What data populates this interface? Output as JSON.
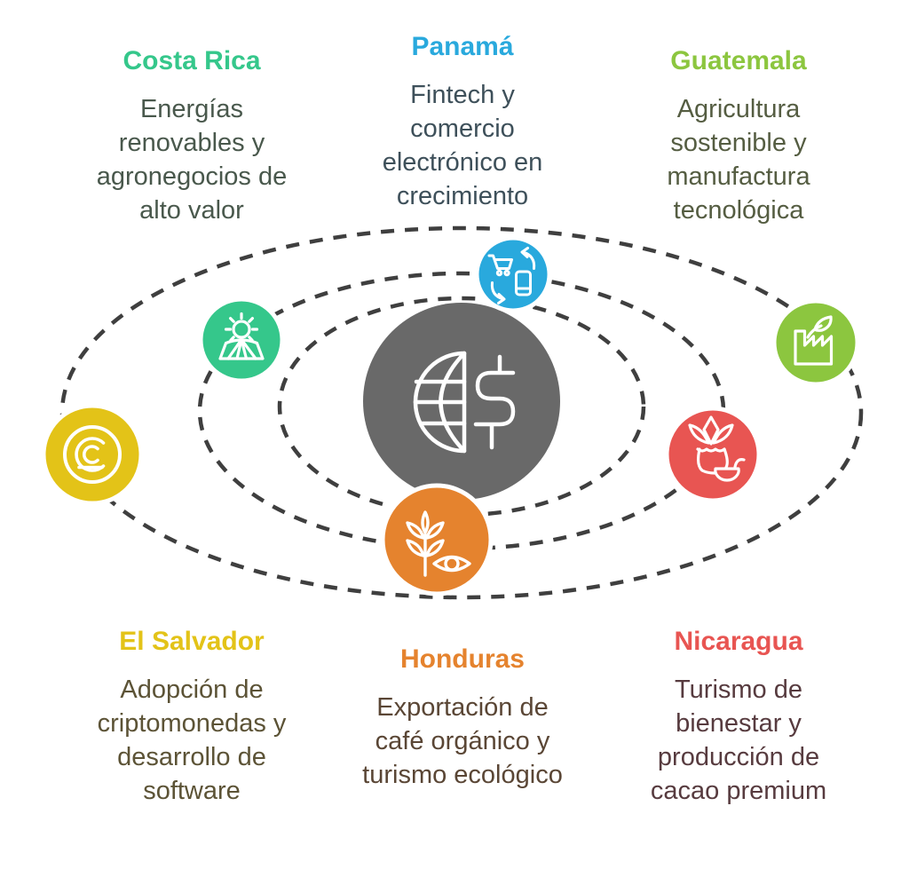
{
  "page": {
    "background_color": "#ffffff",
    "orbit_color": "#3f3f3f",
    "orbit_count": 3,
    "orbit_style": "dashed"
  },
  "center": {
    "icon": "globe-dollar-icon",
    "color": "#696969",
    "icon_color": "#ffffff"
  },
  "countries": [
    {
      "id": "costa-rica",
      "name": "Costa Rica",
      "color": "#35c78b",
      "text_color": "#49584c",
      "description": "Energías\nrenovables y\nagronegocios de\nalto valor",
      "icon": "sun-field-icon"
    },
    {
      "id": "panama",
      "name": "Panamá",
      "color": "#29a9dd",
      "text_color": "#3e505a",
      "description": "Fintech y\ncomercio\nelectrónico en\ncrecimiento",
      "icon": "cart-phone-exchange-icon"
    },
    {
      "id": "guatemala",
      "name": "Guatemala",
      "color": "#8cc63f",
      "text_color": "#555d42",
      "description": "Agricultura\nsostenible y\nmanufactura\ntecnológica",
      "icon": "eco-factory-icon"
    },
    {
      "id": "el-salvador",
      "name": "El Salvador",
      "color": "#e3c318",
      "text_color": "#5c5336",
      "description": "Adopción de\ncriptomonedas y\ndesarrollo de\nsoftware",
      "icon": "crypto-coin-icon"
    },
    {
      "id": "honduras",
      "name": "Honduras",
      "color": "#e5832e",
      "text_color": "#5a4635",
      "description": "Exportación de\ncafé orgánico y\nturismo ecológico",
      "icon": "wheat-eye-icon"
    },
    {
      "id": "nicaragua",
      "name": "Nicaragua",
      "color": "#e85552",
      "text_color": "#573b3f",
      "description": "Turismo de\nbienestar y\nproducción de\ncacao premium",
      "icon": "agave-pot-bowl-icon"
    }
  ]
}
